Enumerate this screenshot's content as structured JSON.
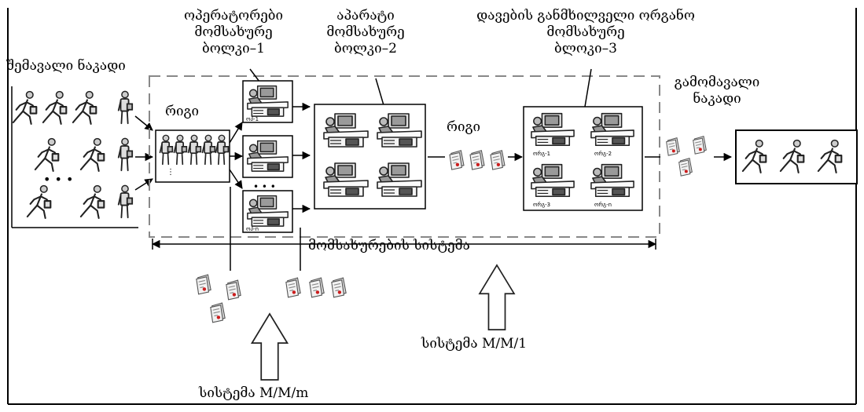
{
  "labels": {
    "incoming_flow": "შემავალი ნაკადი",
    "queue_1": "რიგი",
    "block_1": [
      "ოპერატორები",
      "მომსახურე",
      "ბოლკი–1"
    ],
    "block_2": [
      "აპარატი",
      "მომსახურე",
      "ბოლკი–2"
    ],
    "queue_2": "რიგი",
    "block_3": [
      "დავების განმხილველი ორგანო",
      "მომსახურე",
      "ბლოკი–3"
    ],
    "outgoing_flow": [
      "გამომავალი",
      "ნაკადი"
    ],
    "service_system": "მომსახურების სისტემა",
    "system_mm1": "სისტემა M/M/1",
    "system_mmm": "სისტემა M/M/m"
  },
  "server_tags_block1": [
    "ოპ-1",
    "ოპ-n"
  ],
  "server_tags_block3": [
    "ორგ-1",
    "ორგ-2",
    "ორგ-3",
    "ორგ-n"
  ],
  "icons": {
    "runner": "running-person-icon",
    "standing": "standing-person-icon",
    "operator": "operator-desk-icon",
    "document": "document-icon",
    "arrow": "hollow-up-arrow-icon"
  }
}
